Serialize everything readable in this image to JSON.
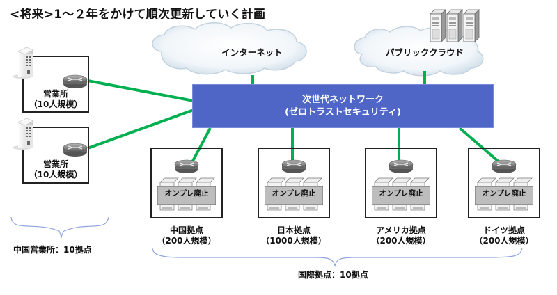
{
  "title": "<将来>1～２年をかけて順次更新していく計画",
  "clouds": {
    "internet": {
      "label": "インターネット",
      "icon": "cloud-icon"
    },
    "public_cloud": {
      "label": "パブリッククラウド",
      "icon": "cloud-icon",
      "servers_icon": "server-rack-icon"
    }
  },
  "core_network": {
    "line1": "次世代ネットワーク",
    "line2": "(ゼロトラストセキュリティ)",
    "color": "#4f66c7"
  },
  "link_color": "#00b050",
  "offices": [
    {
      "name": "営業所",
      "scale": "（10人規模）",
      "icons": [
        "building-icon",
        "router-icon"
      ]
    },
    {
      "name": "営業所",
      "scale": "（10人規模）",
      "icons": [
        "building-icon",
        "router-icon"
      ]
    }
  ],
  "sites": [
    {
      "name": "中国拠点",
      "scale": "（200人規模）",
      "onprem_label": "オンプレ廃止"
    },
    {
      "name": "日本拠点",
      "scale": "（1000人規模）",
      "onprem_label": "オンプレ廃止"
    },
    {
      "name": "アメリカ拠点",
      "scale": "（200人規模）",
      "onprem_label": "オンプレ廃止"
    },
    {
      "name": "ドイツ拠点",
      "scale": "（200人規模）",
      "onprem_label": "オンプレ廃止"
    }
  ],
  "summaries": {
    "china_offices": "中国営業所：10拠点",
    "international_sites": "国際拠点：10拠点"
  },
  "brace_color": "#8fa3e0"
}
